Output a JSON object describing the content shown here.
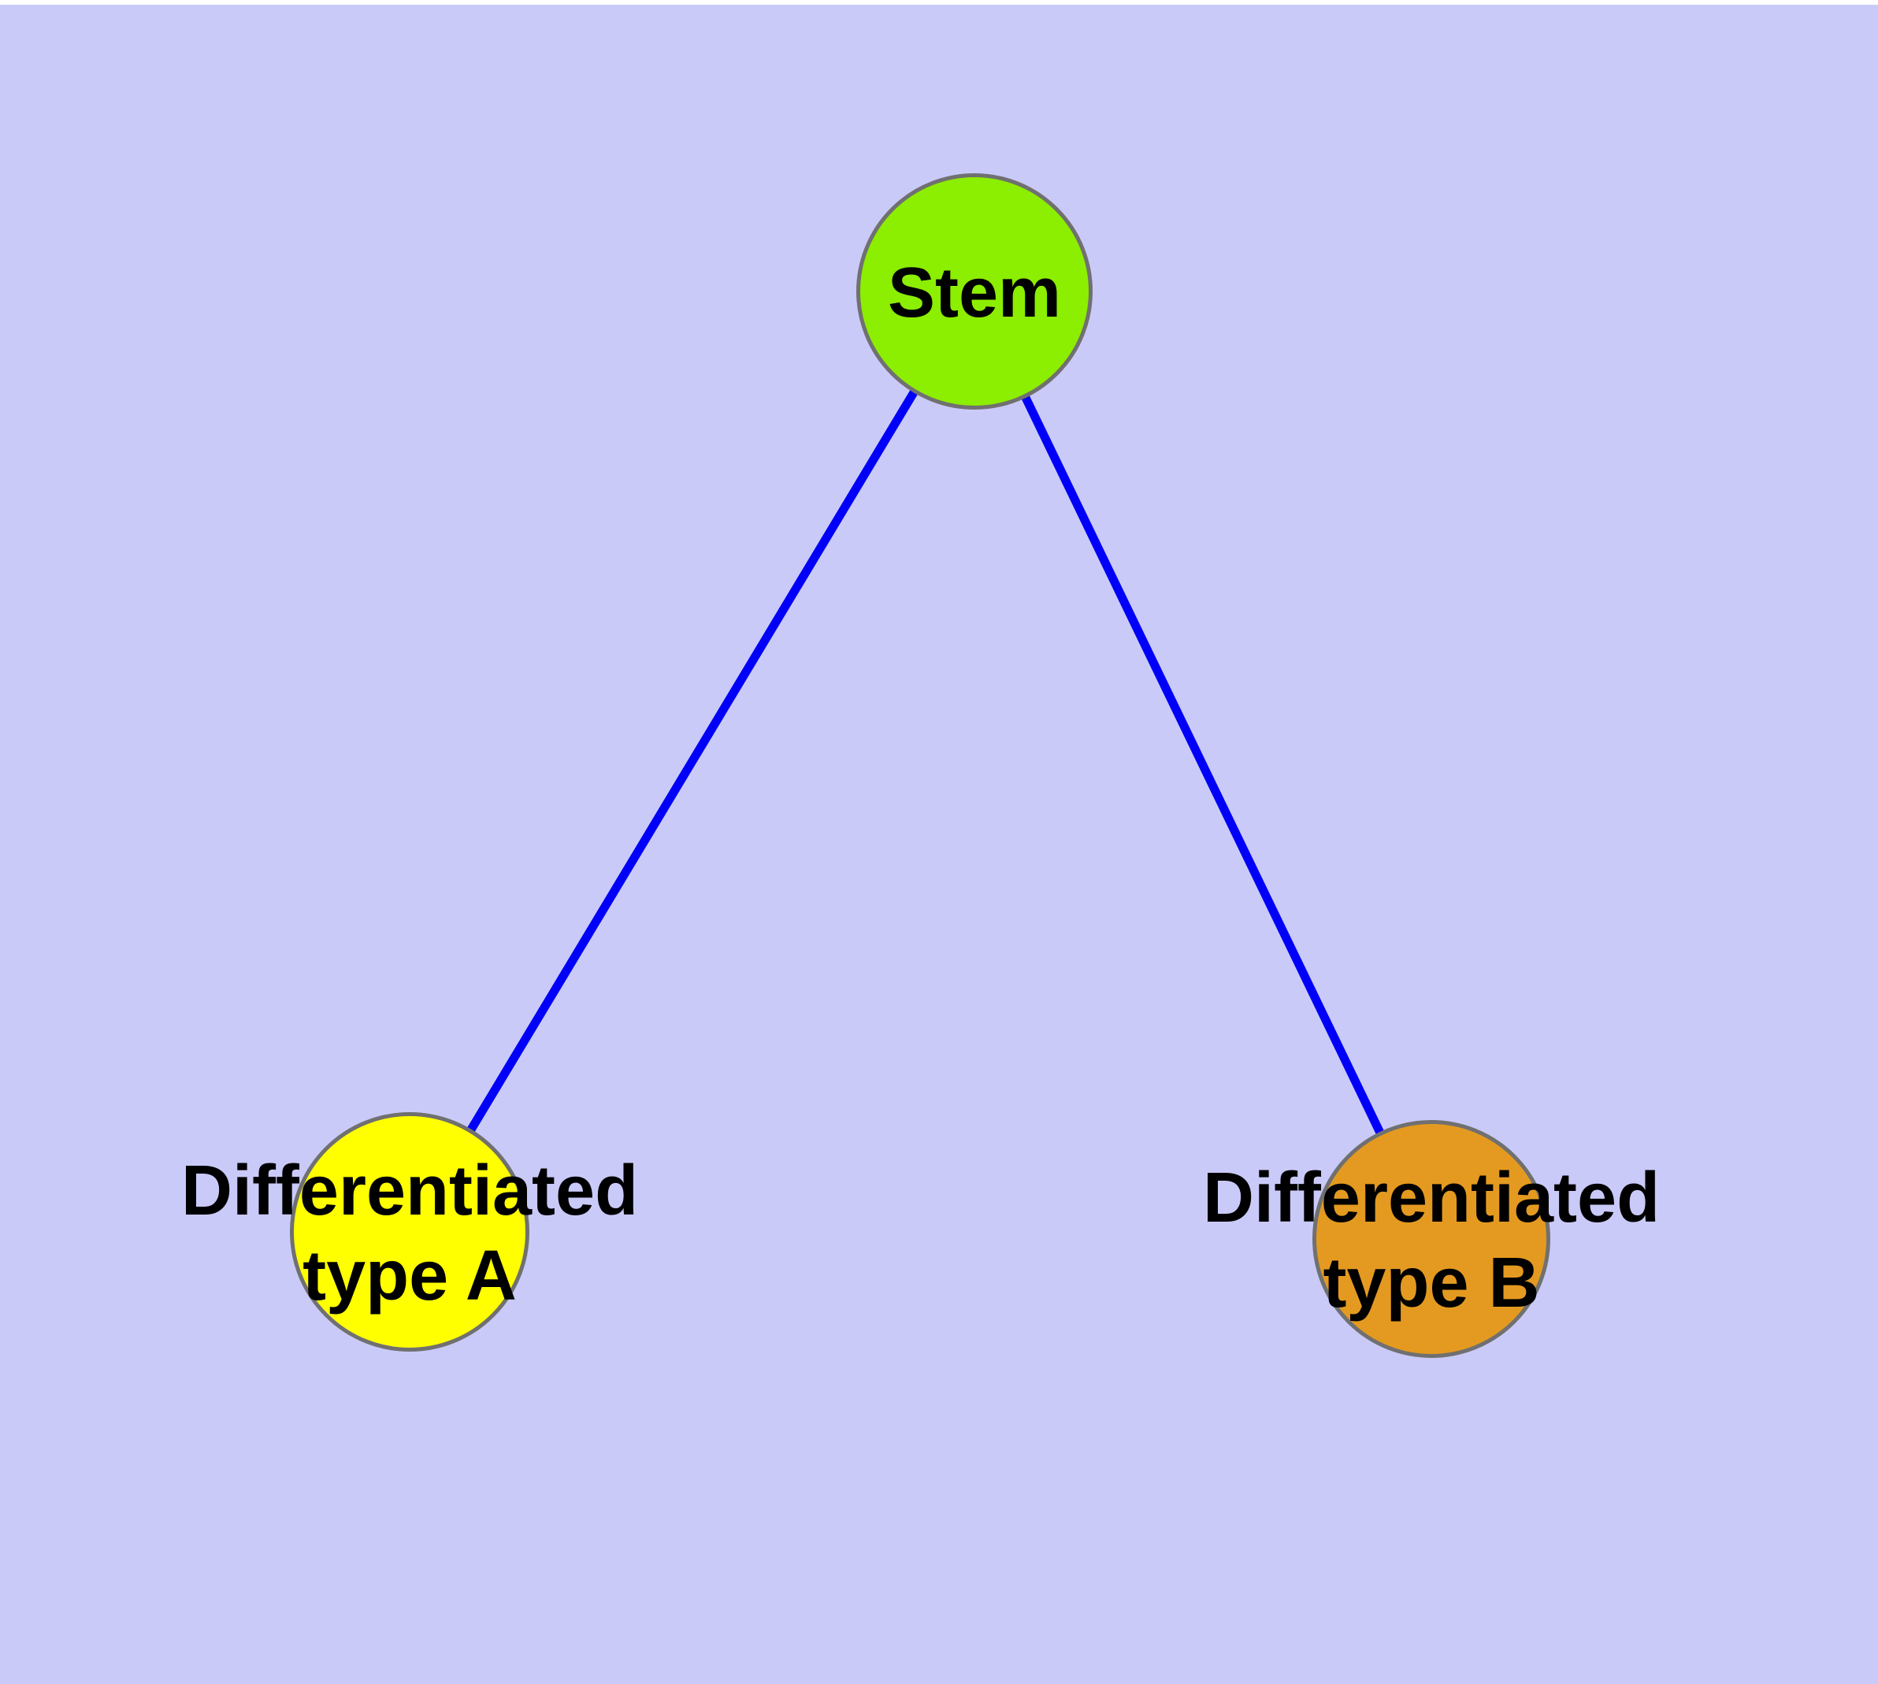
{
  "diagram": {
    "background_color": "#cacaf9",
    "edge_color": "#0000f8",
    "node_border_color": "#707070",
    "nodes": {
      "stem": {
        "label": "Stem",
        "fill": "#8cee00"
      },
      "type_a": {
        "label_line1": "Differentiated",
        "label_line2": "type A",
        "fill": "#ffff00"
      },
      "type_b": {
        "label_line1": "Differentiated",
        "label_line2": "type B",
        "fill": "#e49a20"
      }
    },
    "edges": [
      {
        "from": "stem",
        "to": "type_a"
      },
      {
        "from": "stem",
        "to": "type_b"
      }
    ]
  }
}
